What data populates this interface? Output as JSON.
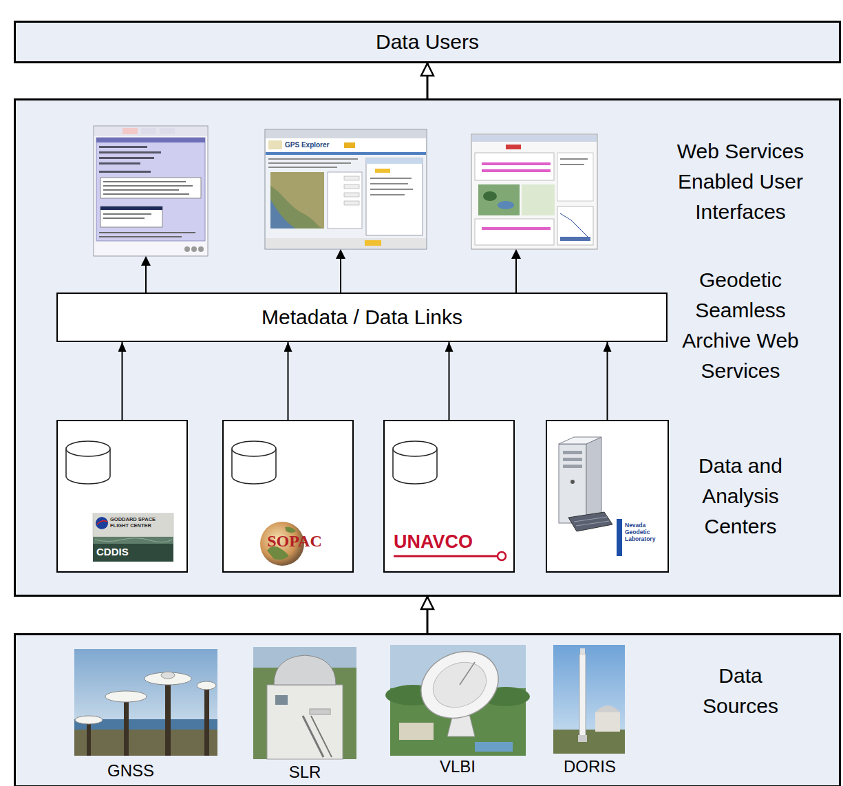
{
  "diagram": {
    "nodes": [
      {
        "text": [
          "Data Users"
        ]
      },
      {
        "text": [
          "Web Services Enabled User Interfaces",
          "Geodetic Seamless Archive Web Services",
          "Data and Analysis Centers"
        ]
      },
      {
        "text": [
          "Metadata / Data Links"
        ],
        "in": 1
      },
      {
        "text": [
          "GODDARD SPACE FLIGHT CENTER",
          "CDDIS"
        ],
        "in": 1
      },
      {
        "text": [
          "SOPAC"
        ],
        "in": 1
      },
      {
        "text": [
          "UNAVCO"
        ],
        "in": 1
      },
      {
        "text": [
          "Nevada Geodetic Laboratory"
        ],
        "in": 1
      },
      {
        "text": [
          "Data Sources"
        ]
      }
    ],
    "edges": [
      {
        "from": 3,
        "to": 2,
        "arrow": "to"
      },
      {
        "from": 4,
        "to": 2,
        "arrow": "to"
      },
      {
        "from": 5,
        "to": 2,
        "arrow": "to"
      },
      {
        "from": 6,
        "to": 2,
        "arrow": "to"
      },
      {
        "from": 1,
        "to": 0,
        "arrow": "to"
      },
      {
        "from": 7,
        "to": 1,
        "arrow": "to"
      }
    ],
    "labels": [
      "GPS Explorer",
      "GNSS",
      "SLR",
      "VLBI",
      "DORIS"
    ]
  }
}
